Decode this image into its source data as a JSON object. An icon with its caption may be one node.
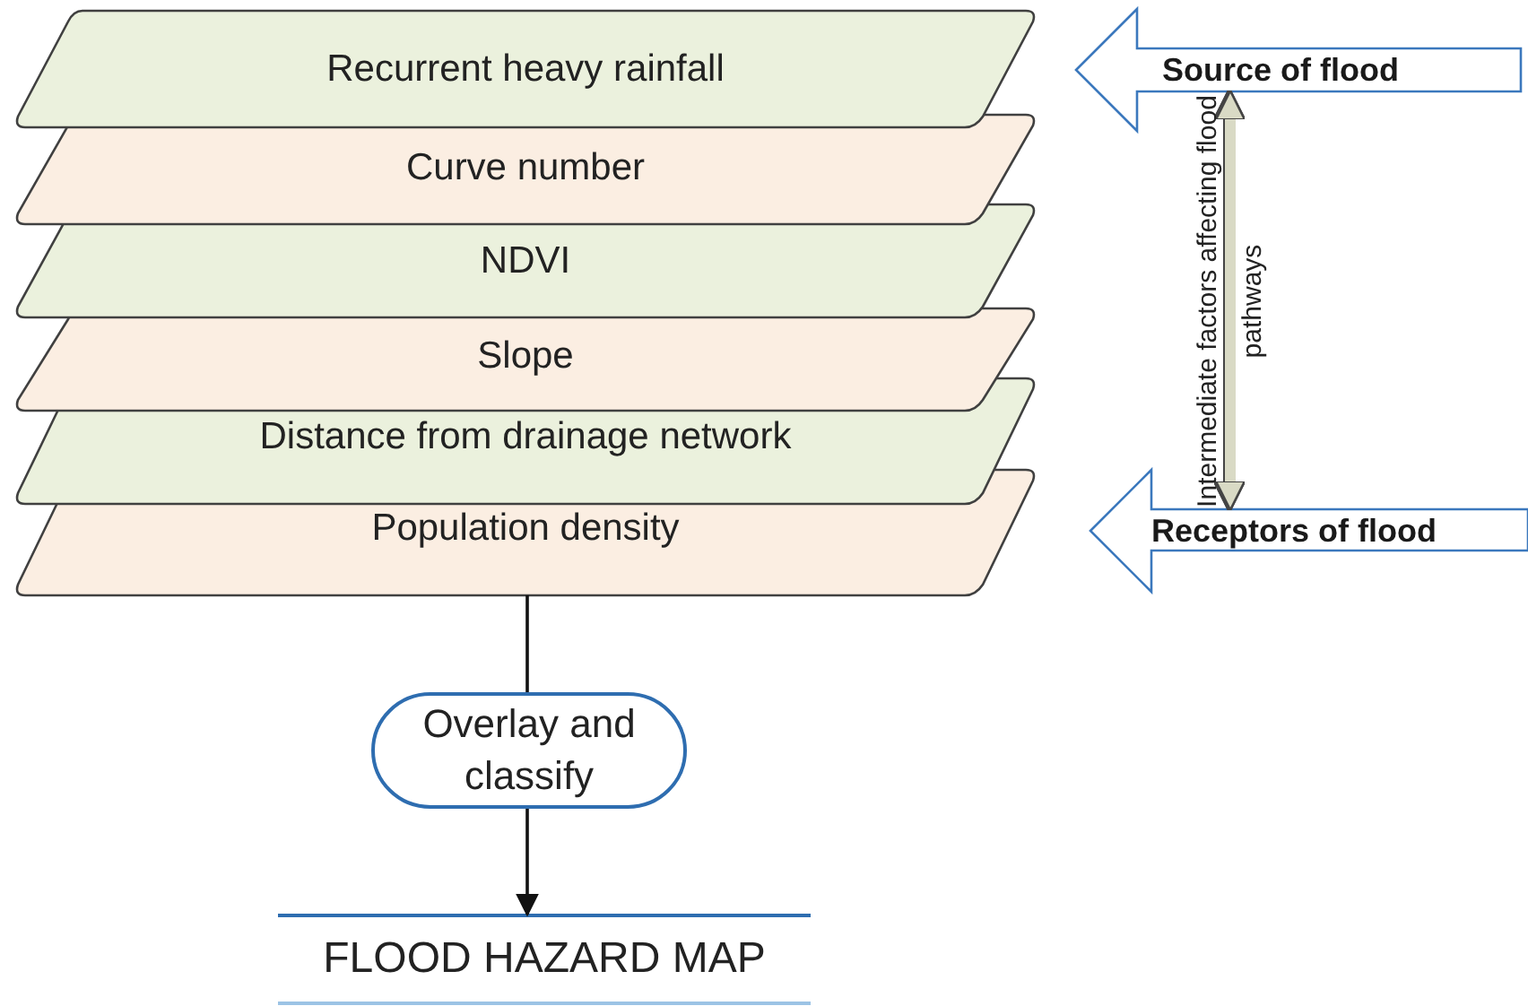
{
  "diagram": {
    "nodes": [
      {
        "text": [
          "Recurrent heavy rainfall"
        ]
      },
      {
        "text": [
          "Curve number"
        ]
      },
      {
        "text": [
          "NDVI"
        ]
      },
      {
        "text": [
          "Slope"
        ]
      },
      {
        "text": [
          "Distance from drainage network"
        ]
      },
      {
        "text": [
          "Population density"
        ]
      },
      {
        "text": [
          "Overlay and classify"
        ]
      },
      {
        "text": [
          "FLOOD HAZARD MAP"
        ]
      },
      {
        "text": [
          "Source of flood"
        ]
      },
      {
        "text": [
          "Receptors of flood"
        ]
      }
    ],
    "edges": [
      {
        "from": 5,
        "to": 6,
        "arrow": "none"
      },
      {
        "from": 6,
        "to": 7,
        "arrow": "to"
      },
      {
        "from": 8,
        "to": 9,
        "arrow": "both",
        "label": "Intermediate factors affecting flood pathways",
        "style": "thick",
        "color": "#d9dac5"
      }
    ]
  }
}
